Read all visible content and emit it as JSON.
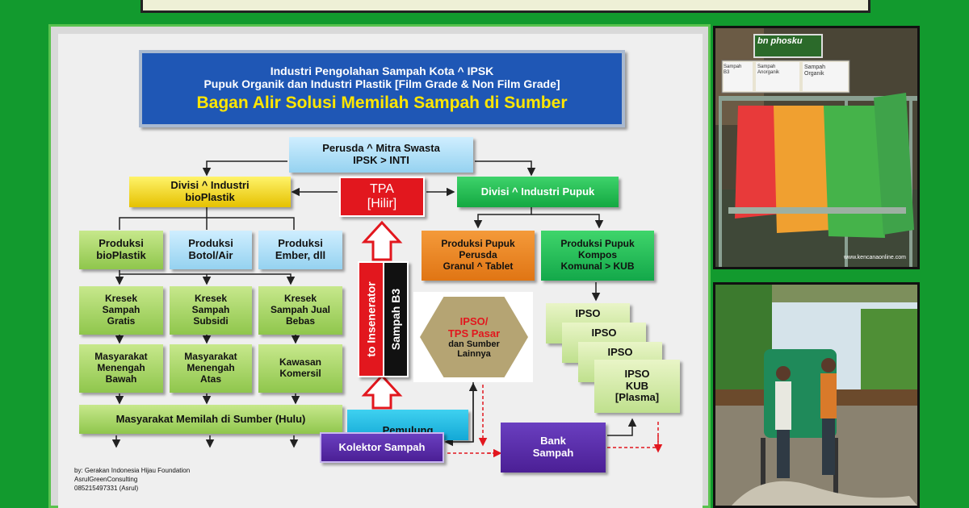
{
  "title": {
    "line1": "Industri Pengolahan Sampah Kota ^ IPSK",
    "line2": "Pupuk Organik dan Industri Plastik  [Film Grade & Non Film Grade]",
    "line3": "Bagan Alir Solusi Memilah Sampah di Sumber"
  },
  "nodes": {
    "perusda_l1": "Perusda ^ Mitra Swasta",
    "perusda_l2": "IPSK > INTI",
    "divisi_bio_l1": "Divisi ^ Industri",
    "divisi_bio_l2": "bioPlastik",
    "tpa_l1": "TPA",
    "tpa_l2": "[Hilir]",
    "divisi_pupuk": "Divisi ^ Industri Pupuk",
    "prod_bio_l1": "Produksi",
    "prod_bio_l2": "bioPlastik",
    "prod_botol_l1": "Produksi",
    "prod_botol_l2": "Botol/Air",
    "prod_ember_l1": "Produksi",
    "prod_ember_l2": "Ember, dll",
    "kresek1_l1": "Kresek",
    "kresek1_l2": "Sampah",
    "kresek1_l3": "Gratis",
    "kresek2_l1": "Kresek",
    "kresek2_l2": "Sampah",
    "kresek2_l3": "Subsidi",
    "kresek3_l1": "Kresek",
    "kresek3_l2": "Sampah Jual",
    "kresek3_l3": "Bebas",
    "masy1_l1": "Masyarakat",
    "masy1_l2": "Menengah",
    "masy1_l3": "Bawah",
    "masy2_l1": "Masyarakat",
    "masy2_l2": "Menengah",
    "masy2_l3": "Atas",
    "kawasan_l1": "Kawasan",
    "kawasan_l2": "Komersil",
    "memilah": "Masyarakat Memilah di Sumber (Hulu)",
    "insenerator": "to Insenerator",
    "b3": "Sampah B3",
    "pupuk_perusda_l1": "Produksi Pupuk",
    "pupuk_perusda_l2": "Perusda",
    "pupuk_perusda_l3": "Granul ^ Tablet",
    "pupuk_kompos_l1": "Produksi Pupuk",
    "pupuk_kompos_l2": "Kompos",
    "pupuk_kompos_l3": "Komunal > KUB",
    "ipso_tps_l1": "IPSO/",
    "ipso_tps_l2": "TPS Pasar",
    "ipso_tps_l3": "dan Sumber",
    "ipso_tps_l4": "Lainnya",
    "ipso1": "IPSO",
    "ipso2": "IPSO",
    "ipso3": "IPSO",
    "ipso4_l1": "IPSO",
    "ipso4_l2": "KUB",
    "ipso4_l3": "[Plasma]",
    "pemulung": "Pemulung",
    "kolektor": "Kolektor Sampah",
    "bank_l1": "Bank",
    "bank_l2": "Sampah"
  },
  "credit": {
    "line1": "by: Gerakan Indonesia Hijau Foundation",
    "line2": "AsrulGreenConsulting",
    "line3": "085215497331 (Asrul)"
  },
  "photo1": {
    "brand": "bn phosku",
    "bin1_l1": "Sampah",
    "bin1_l2": "B3",
    "bin2_l1": "Sampah",
    "bin2_l2": "Anorganik",
    "bin3_l1": "Sampah",
    "bin3_l2": "Organik",
    "watermark": "www.kencanaonline.com"
  },
  "colors": {
    "background": "#129a2e",
    "title_blue": "#1f57b5",
    "title_yellow": "#ffe600",
    "tpa_red": "#e2171e",
    "bank_purple": "#4b1f95"
  }
}
